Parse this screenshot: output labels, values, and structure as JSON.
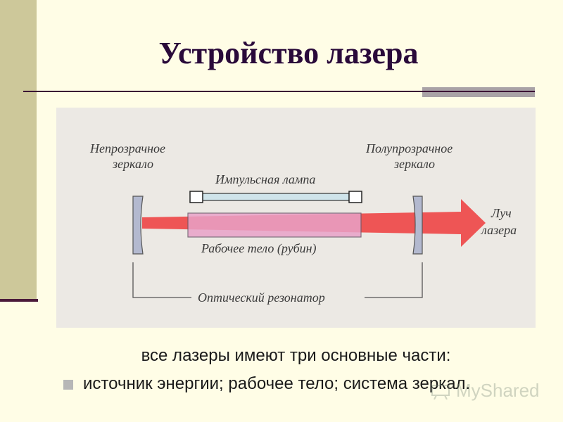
{
  "slide": {
    "title": "Устройство лазера",
    "caption": "все лазеры имеют три основные части:",
    "bullet": "источник энергии; рабочее тело; система зеркал.",
    "watermark": "MyShared"
  },
  "diagram": {
    "labels": {
      "opaque_mirror_line1": "Непрозрачное",
      "opaque_mirror_line2": "зеркало",
      "semi_mirror_line1": "Полупрозрачное",
      "semi_mirror_line2": "зеркало",
      "flash_lamp": "Импульсная лампа",
      "working_body": "Рабочее тело (рубин)",
      "beam_line1": "Луч",
      "beam_line2": "лазера",
      "resonator": "Оптический резонатор"
    },
    "colors": {
      "background": "#ece9e4",
      "beam": "#ee4545",
      "ruby": "#e9a2c8",
      "lamp": "#cfe4ea",
      "mirror": "#b3b9cf"
    }
  }
}
